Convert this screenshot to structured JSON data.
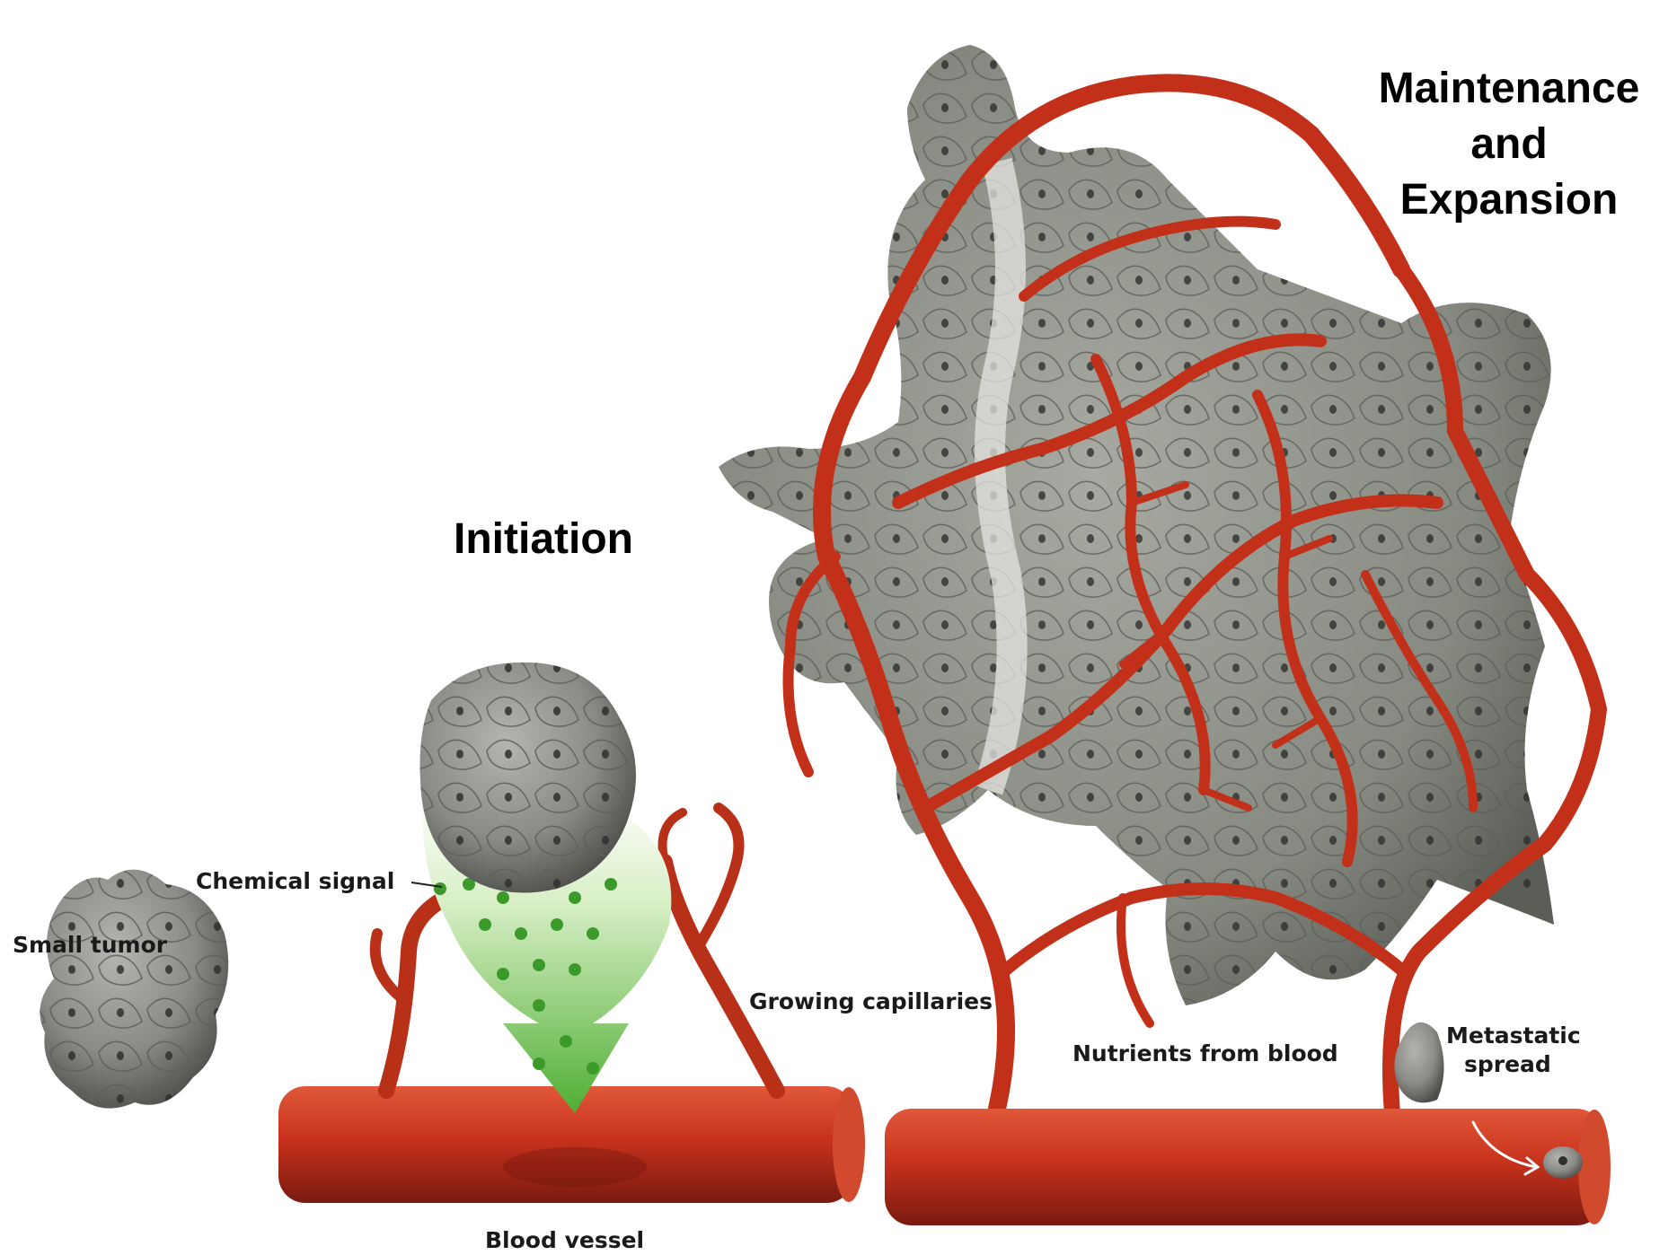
{
  "titles": {
    "initiation": "Initiation",
    "maintenance_line1": "Maintenance",
    "maintenance_line2": "and",
    "maintenance_line3": "Expansion"
  },
  "labels": {
    "small_tumor": "Small tumor",
    "chemical_signal": "Chemical signal",
    "blood_vessel": "Blood vessel",
    "growing_capillaries": "Growing capillaries",
    "nutrients_from_blood": "Nutrients from blood",
    "metastatic_line1": "Metastatic",
    "metastatic_line2": "spread"
  },
  "colors": {
    "vessel": "#c8321c",
    "vessel_dark": "#7a1a10",
    "tumor": "#8a8a86",
    "tumor_dark": "#4c4c48",
    "signal": "#3c9a2a",
    "signal_light": "#bfe3a6"
  }
}
